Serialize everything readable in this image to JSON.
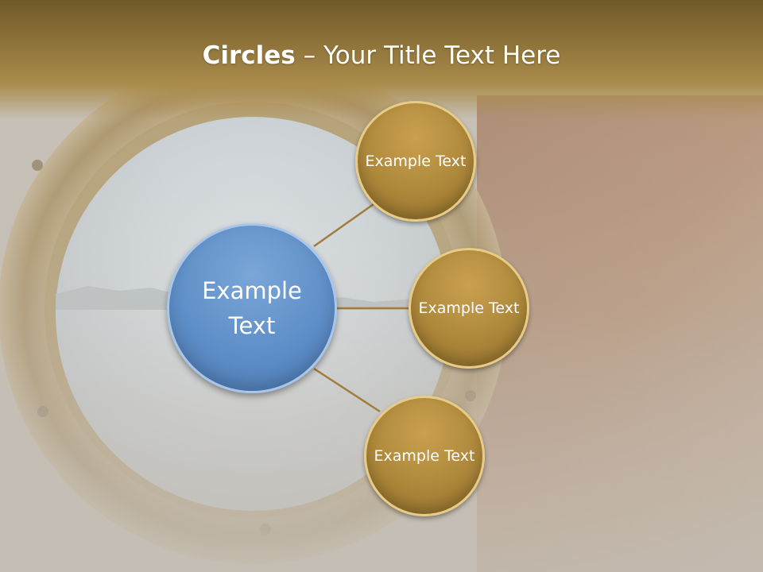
{
  "title": {
    "bold": "Circles",
    "rest": " – Your Title Text Here"
  },
  "hub": {
    "label": "Example Text"
  },
  "satellites": [
    {
      "label": "Example Text"
    },
    {
      "label": "Example Text"
    },
    {
      "label": "Example Text"
    }
  ],
  "colors": {
    "hub_fill": "#5f8fc8",
    "satellite_fill": "#b08a3c",
    "connector": "#9c7a3a",
    "title_band": "#8d7238"
  }
}
